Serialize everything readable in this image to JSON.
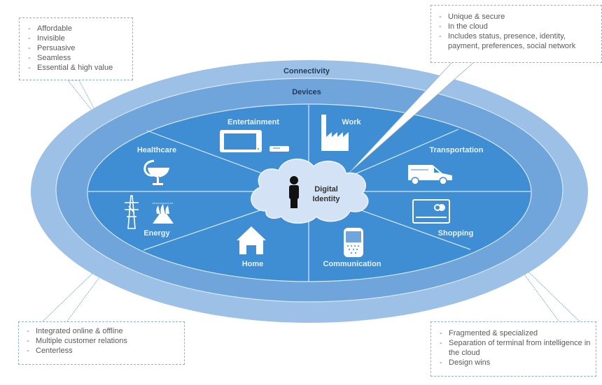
{
  "colors": {
    "connectivity_ring": "#9dc1e6",
    "devices_ring": "#6fa5db",
    "core": "#3f8ed4",
    "divider": "#d6e8f7",
    "cloud": "#d3e3f5",
    "ring_label": "#1f3a5a",
    "segment_label": "#e6f1fb",
    "callout_border": "#8fb1c9",
    "callout_text": "#5a5a5a"
  },
  "rings": {
    "outer_label": "Connectivity",
    "middle_label": "Devices"
  },
  "center": {
    "label_line1": "Digital",
    "label_line2": "Identity",
    "icon": "person-icon"
  },
  "segments": [
    {
      "label": "Entertainment",
      "icon": "tv-and-set-top-box-icon"
    },
    {
      "label": "Work",
      "icon": "factory-icon"
    },
    {
      "label": "Transportation",
      "icon": "van-icon"
    },
    {
      "label": "Shopping",
      "icon": "credit-card-icon"
    },
    {
      "label": "Communication",
      "icon": "mobile-phone-icon"
    },
    {
      "label": "Home",
      "icon": "house-icon"
    },
    {
      "label": "Energy",
      "icon": "power-pylon-and-plant-icon"
    },
    {
      "label": "Healthcare",
      "icon": "bowl-of-hygieia-icon"
    }
  ],
  "callouts": {
    "top_left": [
      "Affordable",
      "Invisible",
      "Persuasive",
      "Seamless",
      "Essential & high value"
    ],
    "top_right": [
      "Unique & secure",
      "In the cloud",
      "Includes status, presence, identity, payment, preferences, social network"
    ],
    "bottom_left": [
      "Integrated online & offline",
      "Multiple customer relations",
      "Centerless"
    ],
    "bottom_right": [
      "Fragmented & specialized",
      "Separation of terminal from intelligence in the cloud",
      "Design wins"
    ]
  }
}
